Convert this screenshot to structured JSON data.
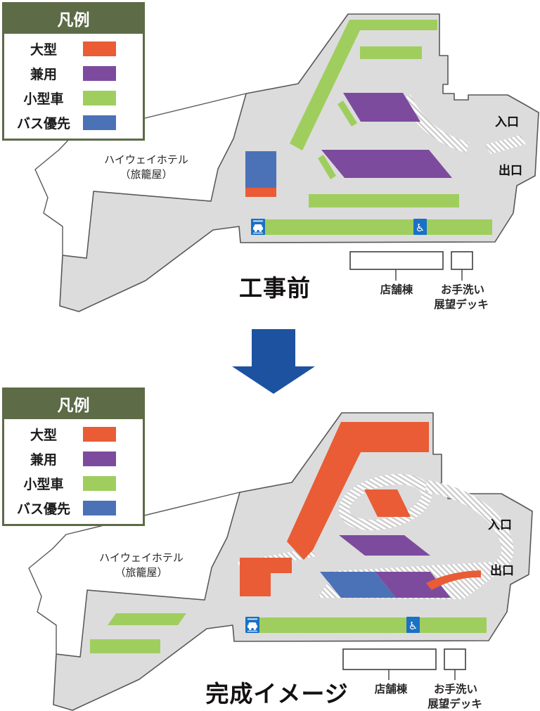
{
  "legend": {
    "title": "凡例",
    "items": [
      {
        "label": "大型",
        "color": "#e95c35"
      },
      {
        "label": "兼用",
        "color": "#7d4b9e"
      },
      {
        "label": "小型車",
        "color": "#9fce5e"
      },
      {
        "label": "バス優先",
        "color": "#4b72b7"
      }
    ]
  },
  "before_map": {
    "title": "工事前",
    "entrance_label": "入口",
    "exit_label": "出口",
    "hotel_name": "ハイウェイホテル",
    "hotel_sub": "（旅籠屋）",
    "shop_label": "店舗棟",
    "restroom_label": "お手洗い",
    "deck_label": "展望デッキ"
  },
  "after_map": {
    "title": "完成イメージ",
    "entrance_label": "入口",
    "exit_label": "出口",
    "hotel_name": "ハイウェイホテル",
    "hotel_sub": "（旅籠屋）",
    "shop_label": "店舗棟",
    "restroom_label": "お手洗い",
    "deck_label": "展望デッキ"
  },
  "colors": {
    "large_vehicle": "#e95c35",
    "shared_use": "#7d4b9e",
    "small_car": "#9fce5e",
    "bus_priority": "#4b72b7",
    "pavement": "#dcdcdd",
    "outline": "#595757",
    "hotel_area": "#ffffff",
    "legend_header": "#5d6b47",
    "arrow": "#1d52a1",
    "sign_blue": "#1a71c6",
    "building_stroke": "#4a4a4a"
  },
  "icons": {
    "wheelchair_glyph": "♿",
    "ev_sign": "ev-charging-sign",
    "wheelchair_sign": "accessible-parking-sign",
    "transition_arrow": "down-arrow"
  }
}
